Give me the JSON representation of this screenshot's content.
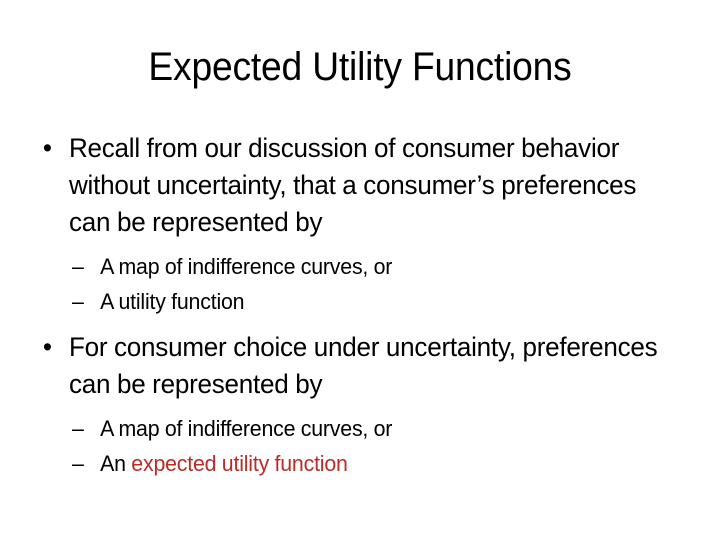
{
  "slide": {
    "title": "Expected Utility Functions",
    "background_color": "#ffffff",
    "text_color": "#000000",
    "accent_color": "#be2b26",
    "bullet_marker": "•",
    "sub_bullet_marker": "–",
    "blocks": [
      {
        "level": 1,
        "text": "Recall from our discussion of consumer behavior without uncertainty, that a consumer’s preferences can be represented by"
      },
      {
        "level": 2,
        "text": "A map of indifference curves, or"
      },
      {
        "level": 2,
        "text": "A utility function"
      },
      {
        "level": 1,
        "text": "For consumer choice under uncertainty, preferences can be represented by"
      },
      {
        "level": 2,
        "text": "A map of indifference curves, or"
      },
      {
        "level": 2,
        "text_plain": "An ",
        "text_accent": "expected utility function"
      }
    ]
  }
}
